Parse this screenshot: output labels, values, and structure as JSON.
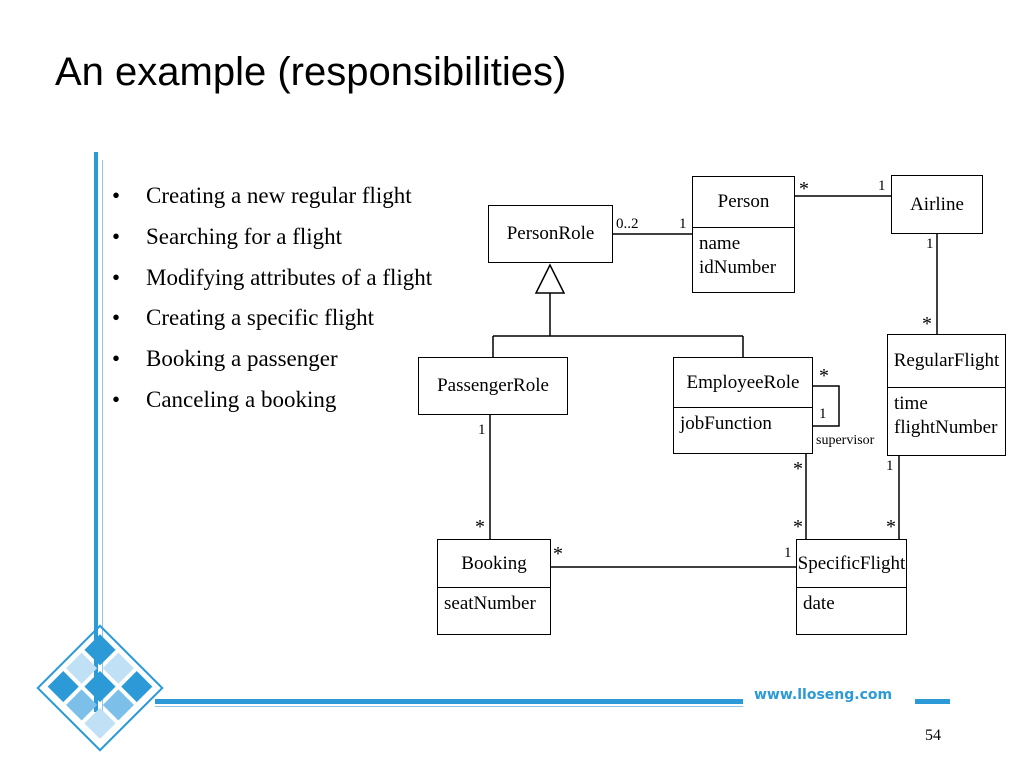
{
  "slide": {
    "title": "An example (responsibilities)",
    "bullets": [
      "Creating a new regular flight",
      "Searching for a flight",
      "Modifying attributes of a flight",
      "Creating a specific flight",
      "Booking a passenger",
      "Canceling a booking"
    ],
    "footer_url": "www.lloseng.com",
    "page_number": "54",
    "accent_color": "#2b9ad6"
  },
  "diagram": {
    "classes": {
      "person_role": {
        "name": "PersonRole",
        "attributes": []
      },
      "person": {
        "name": "Person",
        "attributes": [
          "name",
          "idNumber"
        ]
      },
      "airline": {
        "name": "Airline",
        "attributes": []
      },
      "regular_flight": {
        "name": "RegularFlight",
        "attributes": [
          "time",
          "flightNumber"
        ]
      },
      "passenger_role": {
        "name": "PassengerRole",
        "attributes": []
      },
      "employee_role": {
        "name": "EmployeeRole",
        "attributes": [
          "jobFunction"
        ]
      },
      "booking": {
        "name": "Booking",
        "attributes": [
          "seatNumber"
        ]
      },
      "specific_flight": {
        "name": "SpecificFlight",
        "attributes": [
          "date"
        ]
      }
    },
    "associations": {
      "personrole_person": {
        "from_mult": "0..2",
        "to_mult": "1"
      },
      "person_airline": {
        "from_mult": "*",
        "to_mult": "1"
      },
      "airline_regularflight": {
        "from_mult": "1",
        "to_mult": "*"
      },
      "employee_supervisor": {
        "label": "supervisor",
        "from_mult": "*",
        "to_mult": "1"
      },
      "passenger_booking": {
        "from_mult": "1",
        "to_mult": "*"
      },
      "employee_specificflight": {
        "from_mult": "*",
        "to_mult": "*"
      },
      "regularflight_specificflight": {
        "from_mult": "1",
        "to_mult": "*"
      },
      "booking_specificflight": {
        "from_mult": "*",
        "to_mult": "1"
      }
    }
  }
}
